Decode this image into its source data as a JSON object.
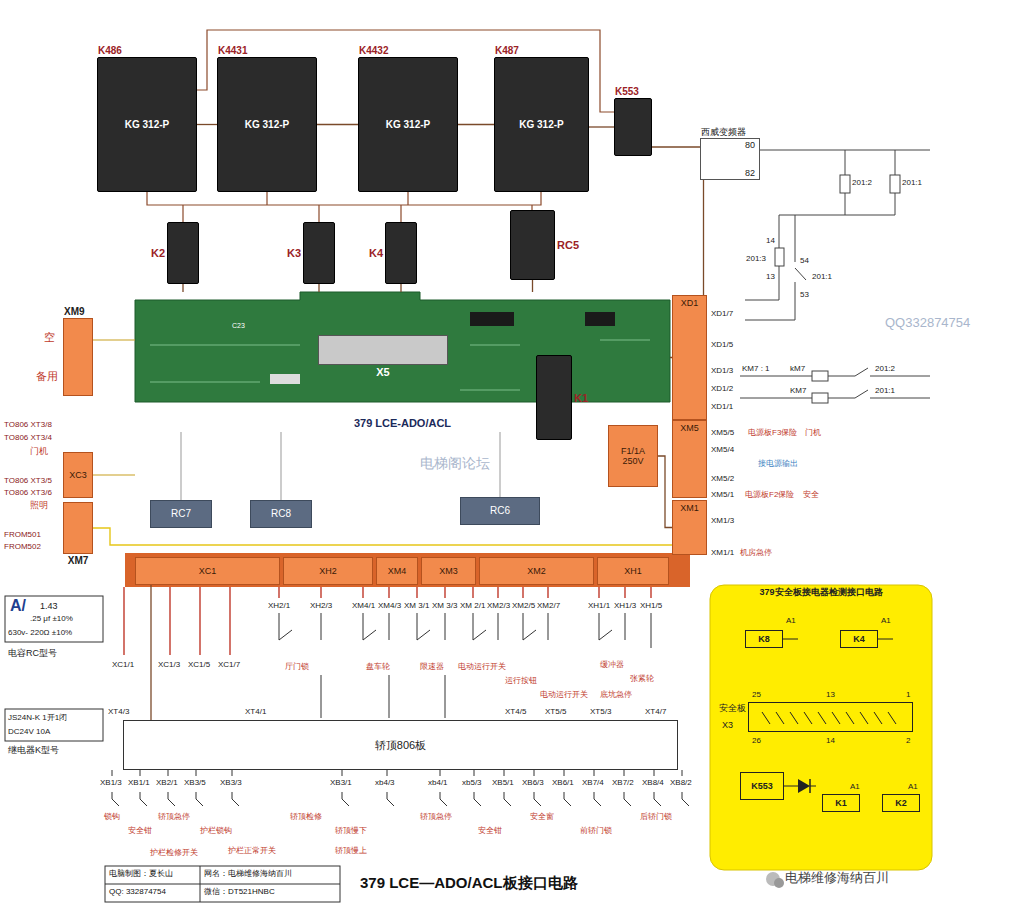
{
  "diagram": {
    "title": "379 LCE—ADO/ACL板接口电路",
    "nodes": [
      {
        "text": [
          "K486",
          "KG 312-P"
        ]
      },
      {
        "text": [
          "K4431",
          "KG 312-P"
        ]
      },
      {
        "text": [
          "K4432",
          "KG 312-P"
        ]
      },
      {
        "text": [
          "K487",
          "KG 312-P"
        ]
      },
      {
        "text": [
          "K553"
        ]
      },
      {
        "text": [
          "西威变频器",
          "80",
          "82"
        ]
      },
      {
        "text": [
          "K2"
        ]
      },
      {
        "text": [
          "K3"
        ]
      },
      {
        "text": [
          "K4"
        ]
      },
      {
        "text": [
          "RC5"
        ]
      },
      {
        "text": [
          "379 LCE-ADO/ACL"
        ]
      },
      {
        "text": [
          "X5"
        ],
        "in": 10
      },
      {
        "text": [
          "K1"
        ]
      },
      {
        "text": [
          "XM9"
        ]
      },
      {
        "text": [
          "XC3"
        ]
      },
      {
        "text": [
          "XM7"
        ]
      },
      {
        "text": [
          "RC7"
        ]
      },
      {
        "text": [
          "RC8"
        ]
      },
      {
        "text": [
          "RC6"
        ]
      },
      {
        "text": [
          "XD1"
        ]
      },
      {
        "text": [
          "XM5"
        ]
      },
      {
        "text": [
          "XM1"
        ]
      },
      {
        "text": [
          "F1/1A",
          "250V"
        ]
      },
      {
        "text": [
          "XC1"
        ]
      },
      {
        "text": [
          "XH2"
        ]
      },
      {
        "text": [
          "XM4"
        ]
      },
      {
        "text": [
          "XM3"
        ]
      },
      {
        "text": [
          "XM2"
        ]
      },
      {
        "text": [
          "XH1"
        ]
      },
      {
        "text": [
          "轿顶806板"
        ]
      },
      {
        "text": [
          "379安全板接电器检测接口电路"
        ]
      },
      {
        "text": [
          "K8"
        ],
        "in": 30
      },
      {
        "text": [
          "K4"
        ],
        "in": 30
      },
      {
        "text": [
          "安全板"
        ],
        "in": 30
      },
      {
        "text": [
          "K553"
        ],
        "in": 30
      },
      {
        "text": [
          "K1"
        ],
        "in": 30
      },
      {
        "text": [
          "K2"
        ],
        "in": 30
      }
    ],
    "edges": [
      {
        "from": 0,
        "to": 1,
        "arrow": "none"
      },
      {
        "from": 1,
        "to": 2,
        "arrow": "none"
      },
      {
        "from": 2,
        "to": 3,
        "arrow": "none"
      },
      {
        "from": 3,
        "to": 4,
        "arrow": "none"
      },
      {
        "from": 4,
        "to": 5,
        "arrow": "none"
      },
      {
        "from": 19,
        "to": 5,
        "arrow": "none"
      },
      {
        "from": 10,
        "to": 19,
        "arrow": "none"
      },
      {
        "from": 6,
        "to": 10,
        "arrow": "none"
      },
      {
        "from": 7,
        "to": 10,
        "arrow": "none"
      },
      {
        "from": 8,
        "to": 10,
        "arrow": "none"
      },
      {
        "from": 9,
        "to": 10,
        "arrow": "none"
      },
      {
        "from": 23,
        "to": 29,
        "arrow": "none"
      },
      {
        "from": 22,
        "to": 21,
        "arrow": "none"
      }
    ],
    "labels": [
      "空",
      "备用",
      "TO806 XT3/8",
      "TO806 XT3/4",
      "门机",
      "TO806 XT3/5",
      "TO806 XT3/6",
      "照明",
      "FROM501",
      "FROM502",
      "A/",
      "1.43",
      ".25 μf ±10%",
      "630v- 220Ω ±10%",
      "电容RC型号",
      "JS24N-K 1开1闭",
      "DC24V 10A",
      "继电器K型号",
      "201:2",
      "201:1",
      "14",
      "201:3",
      "13",
      "54",
      "201:1",
      "53",
      "kM7",
      "KM7 : 1",
      "KM7",
      "201:2",
      "201:1",
      "XD1/7",
      "XD1/5",
      "XD1/3",
      "XD1/2",
      "XD1/1",
      "XM5/5",
      "电源板F3保险",
      "门机",
      "XM5/4",
      "接电源输出",
      "XM5/2",
      "XM5/1",
      "电源板F2保险",
      "安全",
      "XM1/3",
      "XM1/1",
      "机房急停",
      "XH2/1",
      "XH2/3",
      "XM4/1",
      "XM4/3",
      "XM 3/1",
      "XM 3/3",
      "XM 2/1",
      "XM2/3",
      "XM2/5",
      "XM2/7",
      "XH1/1",
      "XH1/3",
      "XH1/5",
      "缓冲器",
      "张紧轮",
      "底坑急停",
      "厅门锁",
      "盘车轮",
      "限速器",
      "电动运行开关",
      "运行按钮",
      "电动运行开关",
      "XC1/1",
      "XC1/3",
      "XC1/5",
      "XC1/7",
      "XT4/3",
      "XT4/1",
      "XT4/5",
      "XT5/5",
      "XT5/3",
      "XT4/7",
      "XB1/3",
      "XB1/1",
      "XB2/1",
      "XB3/5",
      "XB3/3",
      "XB3/1",
      "xb4/3",
      "xb4/1",
      "xb5/3",
      "XB5/1",
      "XB6/3",
      "XB6/1",
      "XB7/4",
      "XB7/2",
      "XB8/4",
      "XB8/2",
      "锁钩",
      "安全钳",
      "轿顶急停",
      "护栏锁钩",
      "护栏正常开关",
      "护栏检修开关",
      "轿顶检修",
      "轿顶慢下",
      "轿顶慢上",
      "轿顶急停",
      "安全钳",
      "安全窗",
      "前轿门锁",
      "后轿门锁",
      "电脑制图：夏长山",
      "网名：电梯维修海纳百川",
      "QQ: 332874754",
      "微信：DT521HNBC",
      "电梯维修海纳百川",
      "电梯阁论坛",
      "QQ332874754",
      "A1",
      "A1",
      "X3",
      "25",
      "13",
      "1",
      "26",
      "14",
      "2",
      "A1",
      "A1",
      "C23"
    ]
  }
}
